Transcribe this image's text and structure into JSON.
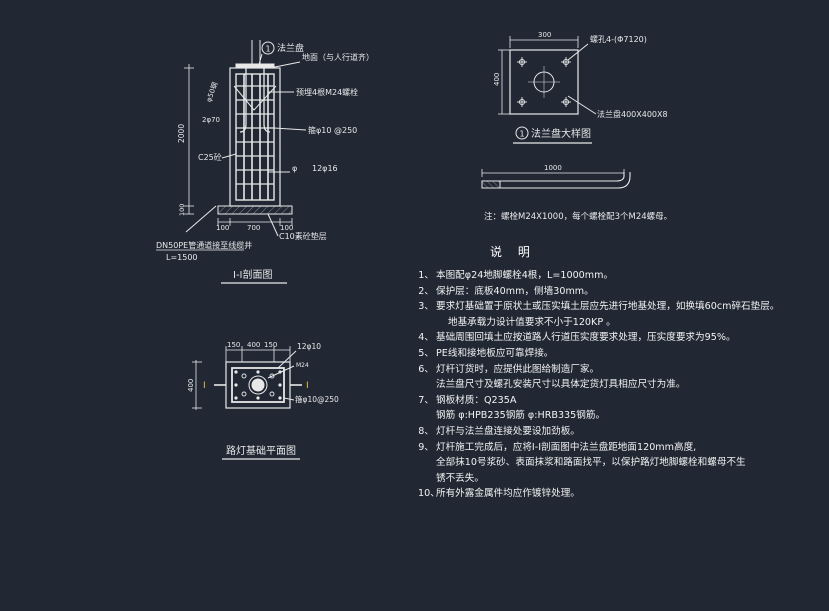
{
  "colors": {
    "background": "#212834",
    "lines": "#e8e8e8",
    "hatch": "#cfcfcf"
  },
  "section_view": {
    "title": "Ⅰ-Ⅰ剖面图",
    "marker_1": "1",
    "label_flange": "法兰盘",
    "label_top": "地面（与人行道齐）",
    "label_bolt": "预埋4根M24螺栓",
    "label_rebar": "箍φ10 @250",
    "label_main_rebar": "12φ16",
    "label_phi": "φ",
    "label_dia": "φ50钢",
    "label_top_dim": "2φ70",
    "label_concrete": "C25砼",
    "label_bottom": "C10素砼垫层",
    "label_pipe": "DN50PE管通道接至线缆井",
    "label_pipe_len": "L=1500",
    "dim_height": "2000",
    "dim_bottom": "100",
    "dim_b1": "100",
    "dim_b2": "700",
    "dim_b3": "100"
  },
  "flange_detail": {
    "title": "法兰盘大样图",
    "marker_1": "1",
    "dim_width": "300",
    "dim_height": "400",
    "label_top": "螺孔4-(Φ7120)",
    "label_bottom": "法兰盘400X400X8"
  },
  "bolt_detail": {
    "dim_length": "1000",
    "note": "注：螺栓M24X1000，每个螺栓配3个M24螺母。"
  },
  "plan_view": {
    "title": "路灯基础平面图",
    "dim_a": "150",
    "dim_b": "400",
    "dim_c": "150",
    "dim_side": "400",
    "label_rebar": "12φ10",
    "label_pe": "M24",
    "label_hoop": "箍φ10@250",
    "section_left": "Ⅰ",
    "section_right": "Ⅰ"
  },
  "notes": {
    "title": "说 明",
    "items": [
      {
        "num": "1、",
        "text": "本图配φ24地脚螺栓4根，L=1000mm。"
      },
      {
        "num": "2、",
        "text": "保护层：底板40mm，侧墙30mm。"
      },
      {
        "num": "3、",
        "text": "要求灯基础置于原状土或压实填土层应先进行地基处理，如换填60cm碎石垫层。"
      },
      {
        "num": "",
        "text": "地基承载力设计值要求不小于120KP 。",
        "cont": 2
      },
      {
        "num": "4、",
        "text": "基础周围回填土应按道路人行道压实度要求处理，压实度要求为95%。"
      },
      {
        "num": "5、",
        "text": "PE线和接地板应可靠焊接。"
      },
      {
        "num": "6、",
        "text": "灯杆订货时，应提供此图给制造厂家。"
      },
      {
        "num": "",
        "text": "法兰盘尺寸及螺孔安装尺寸以具体定货灯具相应尺寸为准。",
        "cont": 1
      },
      {
        "num": "7、",
        "text": "钢板材质：Q235A"
      },
      {
        "num": "",
        "text": "钢筋 φ:HPB235钢筋   φ:HRB335钢筋。",
        "cont": 1
      },
      {
        "num": "8、",
        "text": "灯杆与法兰盘连接处要设加劲板。"
      },
      {
        "num": "9、",
        "text": "灯杆施工完成后，应将Ⅰ-Ⅰ剖面图中法兰盘距地面120mm高度,"
      },
      {
        "num": "",
        "text": "全部抹10号浆砂、表面抹浆和路面找平，以保护路灯地脚螺栓和螺母不生",
        "cont": 1
      },
      {
        "num": "",
        "text": "锈不丢失。",
        "cont": 1
      },
      {
        "num": "10、",
        "text": "所有外露金属件均应作镀锌处理。"
      }
    ]
  }
}
